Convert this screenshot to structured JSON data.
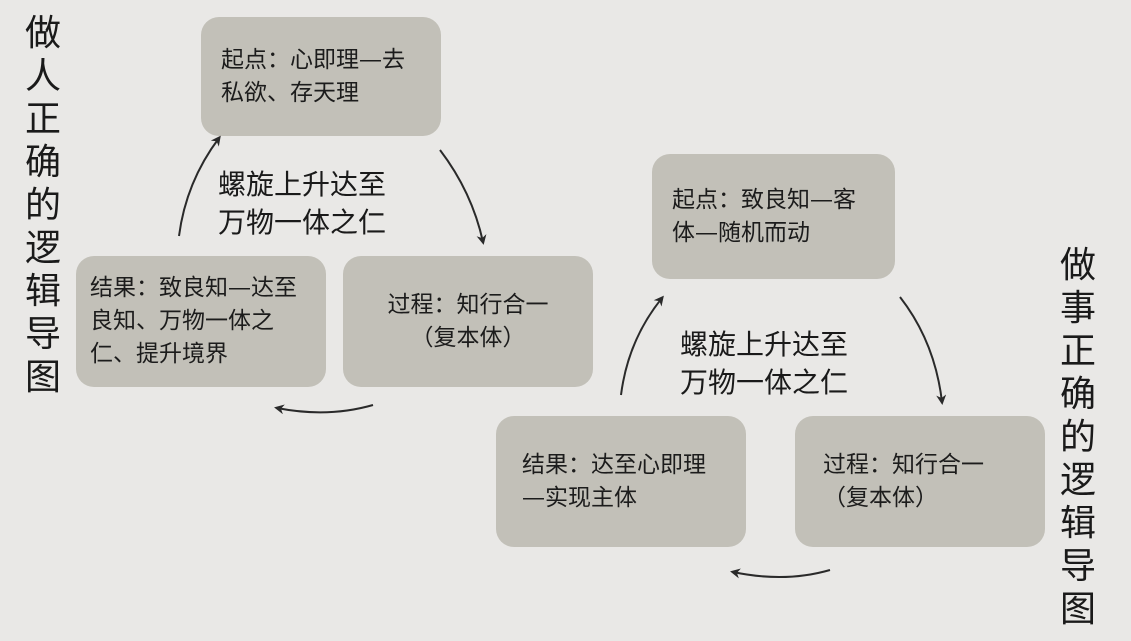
{
  "left_cycle": {
    "title": "做人正确的逻辑导图",
    "start": "起点：心即理—去私欲、存天理",
    "process": "过程：知行合一（复本体）",
    "result": "结果：致良知—达至良知、万物一体之仁、提升境界",
    "center": "螺旋上升达至\n万物一体之仁"
  },
  "right_cycle": {
    "title": "做事正确的逻辑导图",
    "start": "起点：致良知—客体—随机而动",
    "process": "过程：知行合一（复本体）",
    "result": "结果：达至心即理—实现主体",
    "center": "螺旋上升达至\n万物一体之仁"
  },
  "colors": {
    "background": "#e9e8e6",
    "box_fill": "#c2c0b8",
    "text": "#1c1c1c",
    "arrow": "#2a2a2a"
  }
}
